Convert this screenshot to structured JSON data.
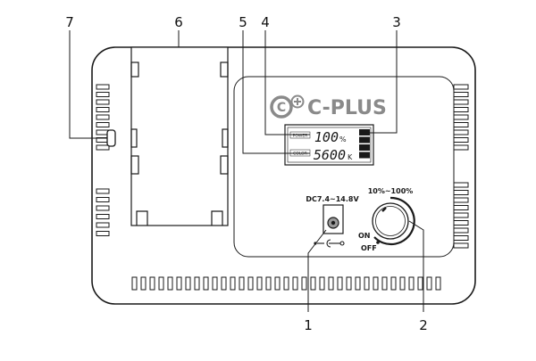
{
  "callouts": [
    {
      "number": "1"
    },
    {
      "number": "2"
    },
    {
      "number": "3"
    },
    {
      "number": "4"
    },
    {
      "number": "5"
    },
    {
      "number": "6"
    },
    {
      "number": "7"
    }
  ],
  "brand": {
    "logo_letter": "C",
    "logo_name": "C-PLUS"
  },
  "display": {
    "power_tag": "POWER",
    "power_value": "100",
    "power_unit": "%",
    "color_tag": "COLOR",
    "color_value": "5600",
    "color_unit": "K"
  },
  "dc_jack": {
    "label": "DC7.4~14.8V"
  },
  "dial": {
    "range_label": "10%~100%",
    "on_label": "ON",
    "off_label": "OFF"
  },
  "colors": {
    "line": "#1a1a1a",
    "logo_gray": "#8a8a8a"
  }
}
